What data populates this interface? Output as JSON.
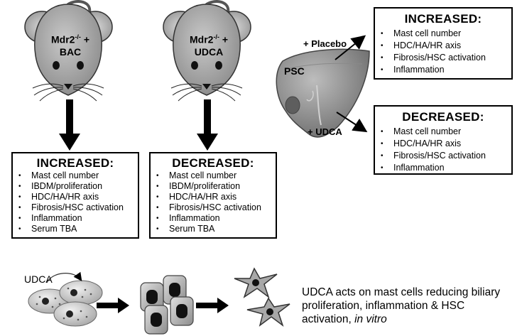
{
  "mouse_bac": {
    "genotype": "Mdr2",
    "superscript": "-/-",
    "plus": " +",
    "treatment": "BAC"
  },
  "mouse_udca": {
    "genotype": "Mdr2",
    "superscript": "-/-",
    "plus": " +",
    "treatment": "UDCA"
  },
  "box_bac": {
    "title": "INCREASED:",
    "items": [
      "Mast cell number",
      "IBDM/proliferation",
      "HDC/HA/HR axis",
      "Fibrosis/HSC activation",
      "Inflammation",
      "Serum TBA"
    ]
  },
  "box_udca": {
    "title": "DECREASED:",
    "items": [
      "Mast cell number",
      "IBDM/proliferation",
      "HDC/HA/HR axis",
      "Fibrosis/HSC activation",
      "Inflammation",
      "Serum TBA"
    ]
  },
  "liver": {
    "label": "PSC",
    "placebo_label": "+ Placebo",
    "udca_label": "+ UDCA"
  },
  "box_placebo": {
    "title": "INCREASED:",
    "items": [
      "Mast cell number",
      "HDC/HA/HR axis",
      "Fibrosis/HSC activation",
      "Inflammation"
    ]
  },
  "box_psc_udca": {
    "title": "DECREASED:",
    "items": [
      "Mast cell number",
      "HDC/HA/HR axis",
      "Fibrosis/HSC activation",
      "Inflammation"
    ]
  },
  "in_vitro": {
    "udca_label": "UDCA",
    "caption_main": "UDCA acts on mast cells reducing biliary proliferation, inflammation & HSC activation, ",
    "caption_italic": "in vitro"
  }
}
